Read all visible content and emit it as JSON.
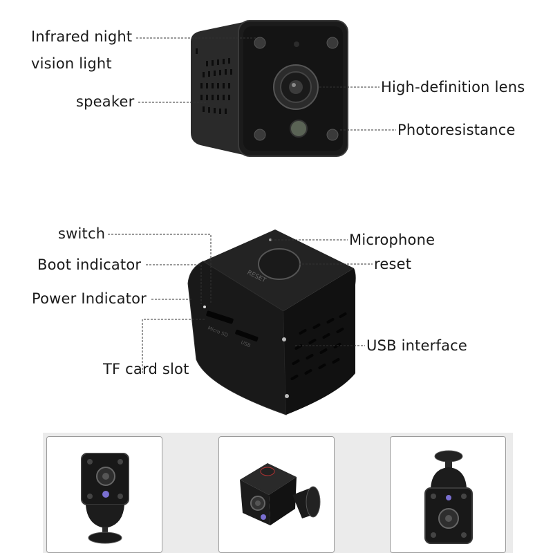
{
  "front_view": {
    "labels": {
      "infrared_line1": "Infrared night",
      "infrared_line2": "vision light",
      "speaker": "speaker",
      "lens": "High-definition lens",
      "photoresistance": "Photoresistance"
    }
  },
  "back_view": {
    "labels": {
      "switch": "switch",
      "boot_indicator": "Boot indicator",
      "power_indicator": "Power Indicator",
      "tf_card_slot": "TF card slot",
      "microphone": "Microphone",
      "reset": "reset",
      "usb_interface": "USB interface"
    },
    "printed": {
      "reset_mark": "RESET",
      "micro_sd_mark": "Micro SD",
      "usb_mark": "USB"
    }
  },
  "mount_views": [
    "camera-on-wall-mount-front",
    "camera-on-wall-mount-angled",
    "camera-on-ceiling-mount"
  ]
}
